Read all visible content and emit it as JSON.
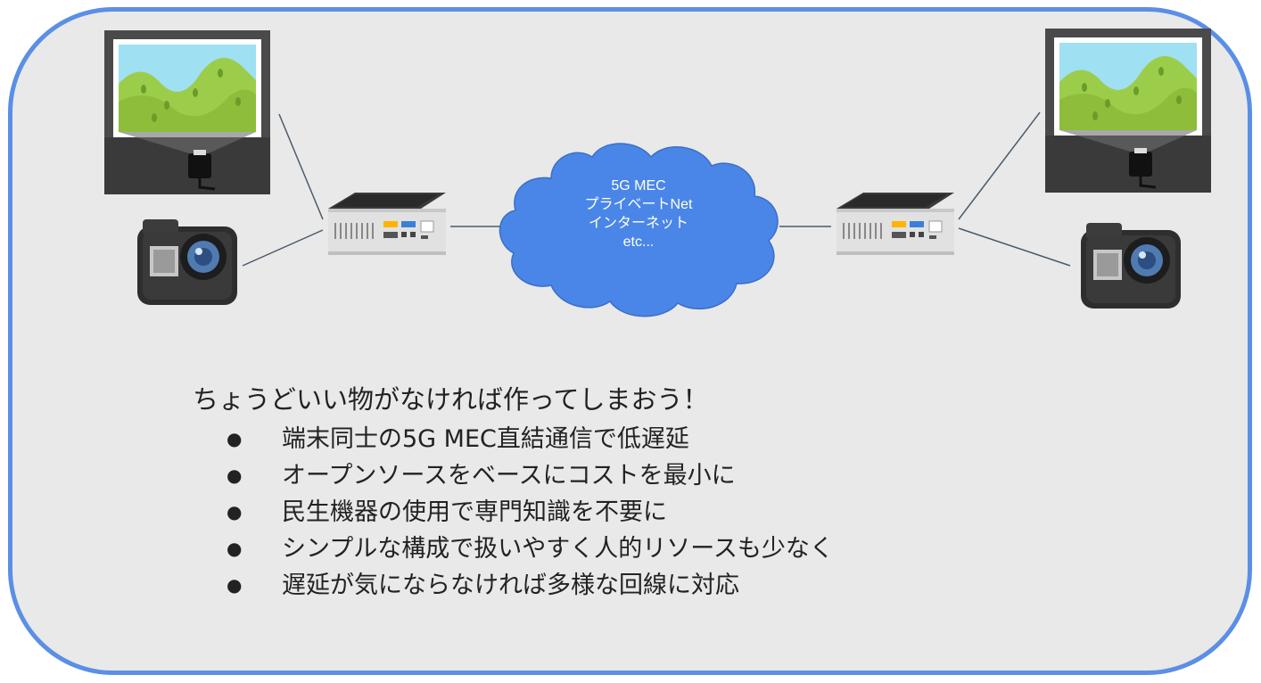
{
  "cloud": {
    "lines": [
      "5G MEC",
      "プライベートNet",
      "インターネット",
      "etc..."
    ]
  },
  "summary": {
    "heading": "ちょうどいい物がなければ作ってしまおう！",
    "bullets": [
      "端末同士の5G MEC直結通信で低遅延",
      "オープンソースをベースにコストを最小に",
      "民生機器の使用で専門知識を不要に",
      "シンプルな構成で扱いやすく人的リソースも少なく",
      "遅延が気にならなければ多様な回線に対応"
    ]
  },
  "colors": {
    "frame_border": "#5b8fe6",
    "frame_fill": "#e9e9e9",
    "cloud_fill": "#4a86e8",
    "connector": "#4a5a6a"
  },
  "icons": [
    "projector-screen-icon",
    "action-camera-icon",
    "mini-pc-icon",
    "cloud-icon"
  ]
}
